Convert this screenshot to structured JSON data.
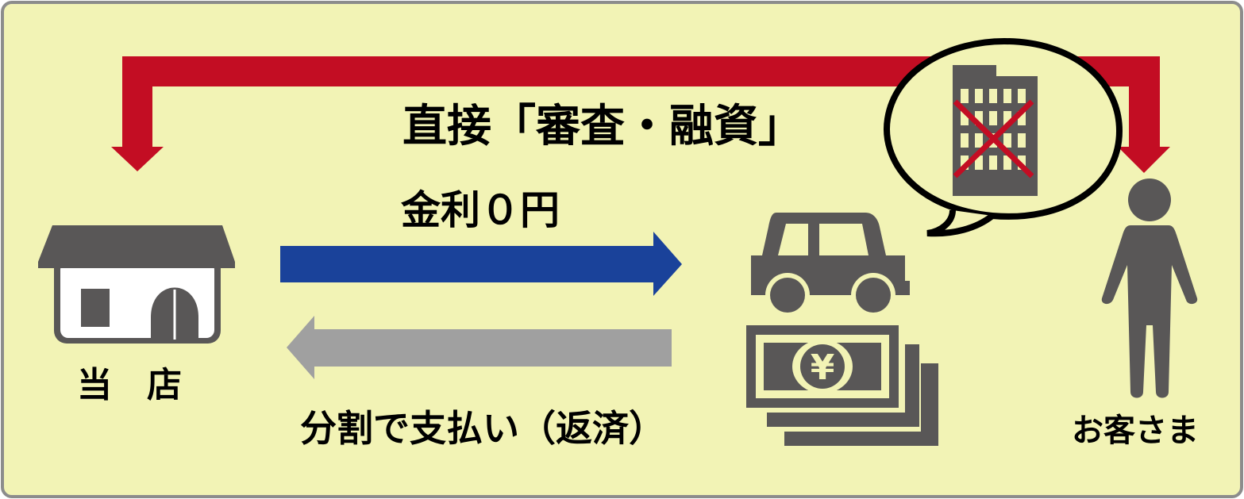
{
  "colors": {
    "background": "#f2f3b5",
    "border": "#8c8c8c",
    "red": "#c30d23",
    "blue": "#1a429a",
    "gray": "#a0a0a0",
    "icon": "#595757"
  },
  "labels": {
    "direct_review": "直接「審査・融資」",
    "interest": "金利０円",
    "repayment": "分割で支払い（返済）",
    "our_store": "当　店",
    "customer": "お客さま"
  },
  "icons": [
    "store-icon",
    "car-icon",
    "money-icon",
    "person-icon",
    "bank-building-icon",
    "cross-icon",
    "speech-bubble-icon"
  ]
}
